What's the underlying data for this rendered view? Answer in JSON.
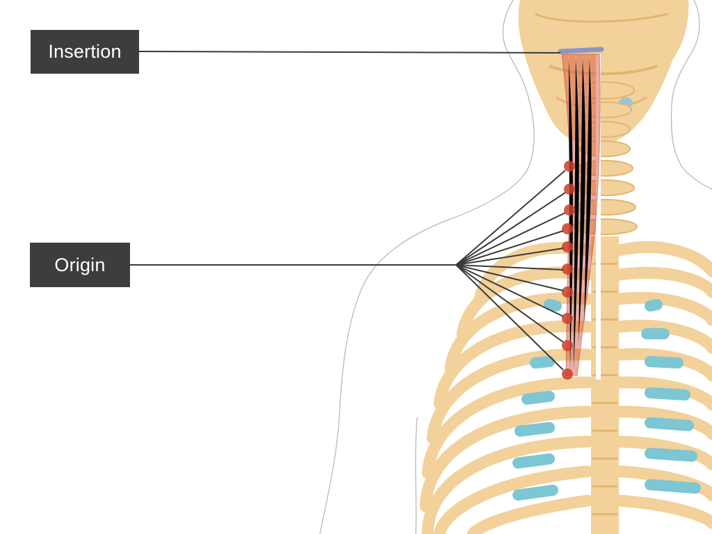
{
  "labels": {
    "insertion": "Insertion",
    "origin": "Origin"
  },
  "colors": {
    "bone": "#f2d19a",
    "bone_shade": "#e2b670",
    "cartilage": "#7dc6d3",
    "muscle": "#d9472f",
    "origin_point": "#c9402a",
    "insertion_point": "#8a96c8",
    "leader_line": "#3a3a3a",
    "label_bg": "#3d3d3d",
    "label_text": "#ffffff",
    "outline": "#b8b8b8"
  },
  "origin_point_count": 10
}
